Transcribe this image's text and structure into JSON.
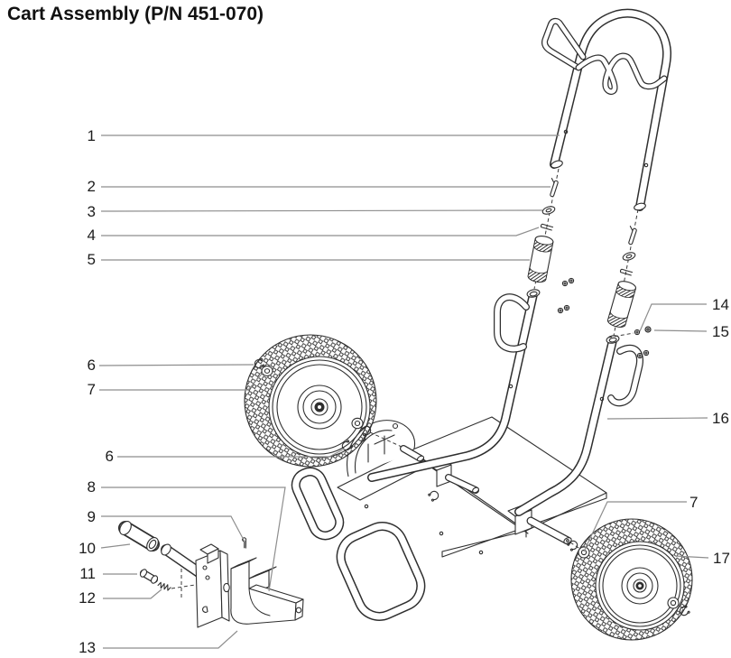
{
  "title": "Cart Assembly (P/N 451-070)",
  "ink_color": "#2f2f2f",
  "leader_color": "#8e8e8e",
  "callouts": [
    {
      "label": "1"
    },
    {
      "label": "2"
    },
    {
      "label": "3"
    },
    {
      "label": "4"
    },
    {
      "label": "5"
    },
    {
      "label": "6"
    },
    {
      "label": "7"
    },
    {
      "label": "6"
    },
    {
      "label": "8"
    },
    {
      "label": "9"
    },
    {
      "label": "10"
    },
    {
      "label": "11"
    },
    {
      "label": "12"
    },
    {
      "label": "13"
    },
    {
      "label": "14"
    },
    {
      "label": "15"
    },
    {
      "label": "16"
    },
    {
      "label": "7"
    },
    {
      "label": "17"
    }
  ]
}
